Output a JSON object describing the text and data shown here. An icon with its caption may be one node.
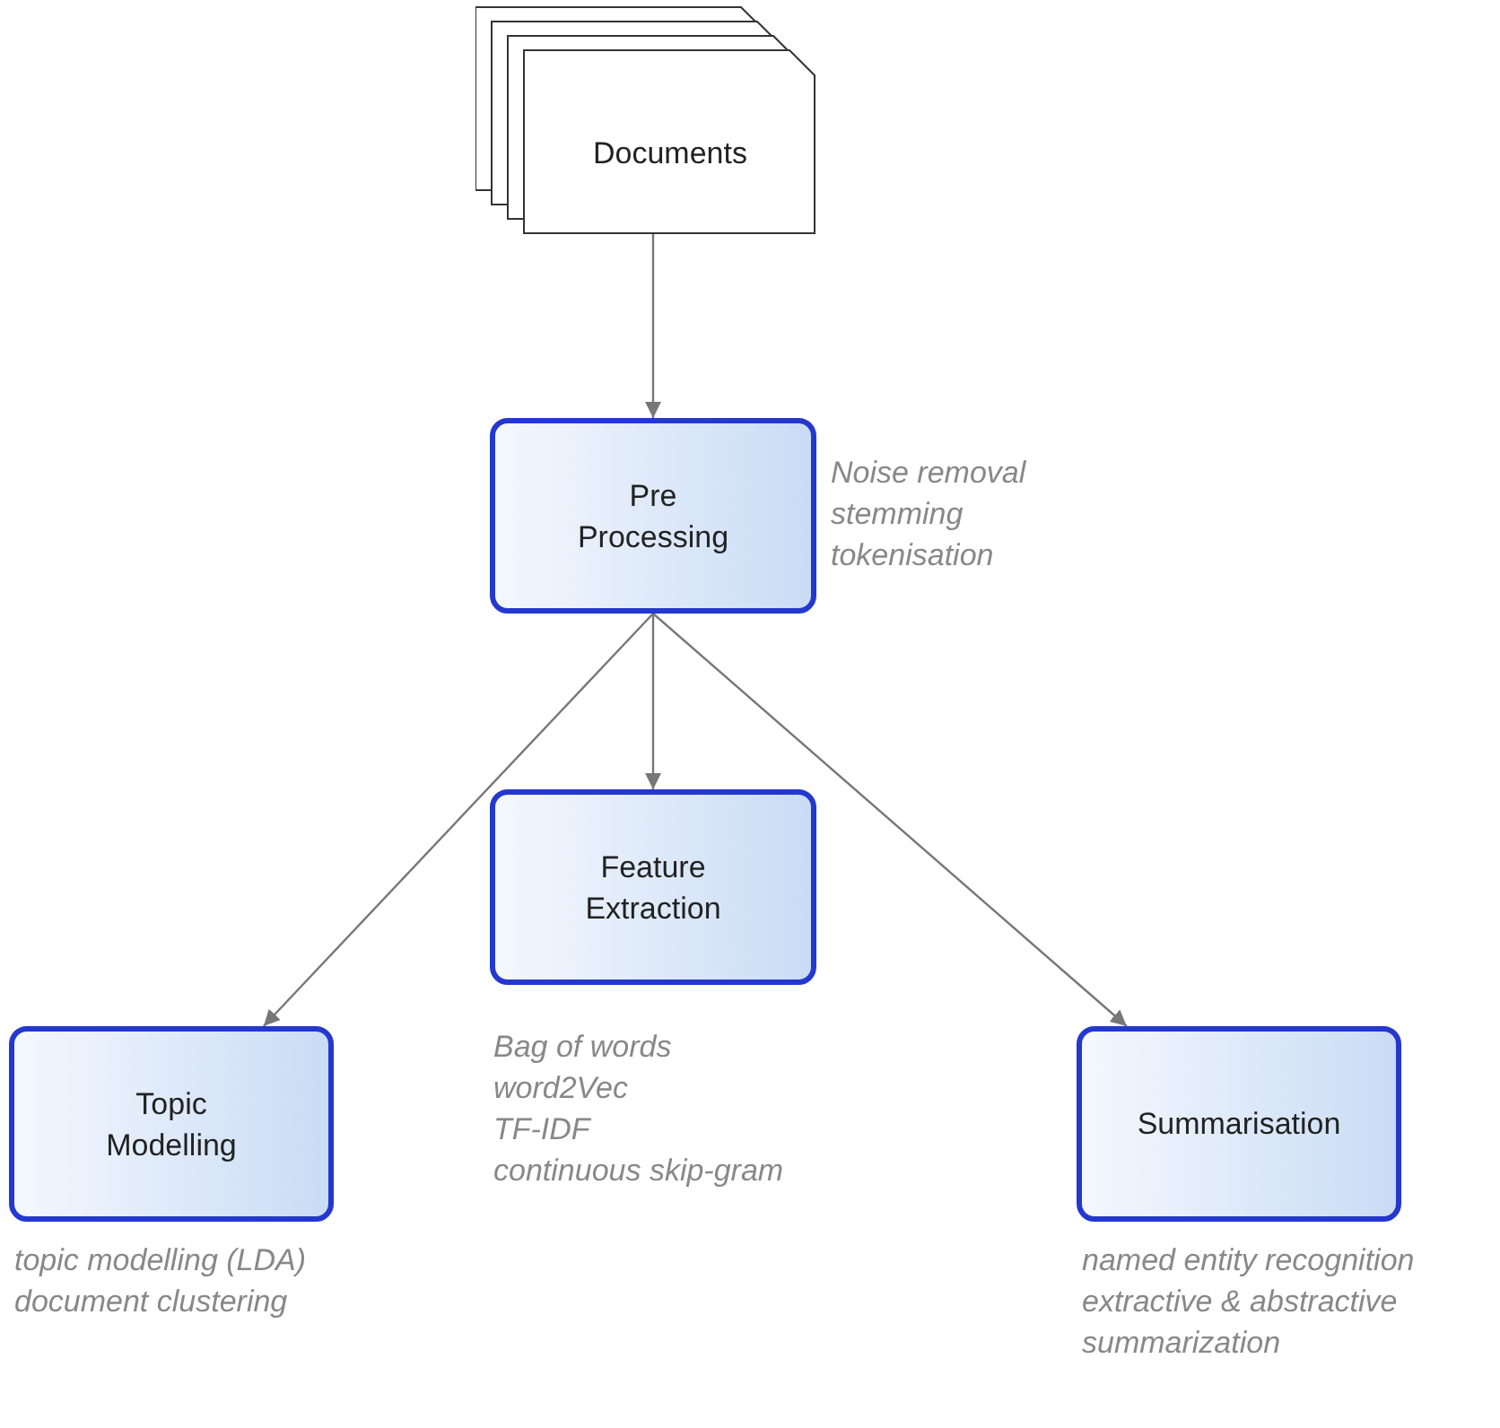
{
  "diagram": {
    "nodes": [
      {
        "text": [
          "Documents"
        ]
      },
      {
        "text": [
          "Pre Processing"
        ],
        "beside": [
          "Noise removal",
          "stemming",
          "tokenisation"
        ]
      },
      {
        "text": [
          "Feature Extraction"
        ],
        "beside": [
          "Bag of words",
          "word2Vec",
          "TF-IDF",
          "continuous skip-gram"
        ]
      },
      {
        "text": [
          "Topic Modelling"
        ],
        "beside": [
          "topic modelling (LDA)",
          "document clustering"
        ]
      },
      {
        "text": [
          "Summarisation"
        ],
        "beside": [
          "named entity recognition",
          "extractive & abstractive summarization"
        ]
      }
    ],
    "edges": [
      {
        "from": 0,
        "to": 1,
        "arrow": "to"
      },
      {
        "from": 1,
        "to": 3,
        "arrow": "to"
      },
      {
        "from": 1,
        "to": 2,
        "arrow": "to"
      },
      {
        "from": 1,
        "to": 4,
        "arrow": "to"
      }
    ]
  }
}
